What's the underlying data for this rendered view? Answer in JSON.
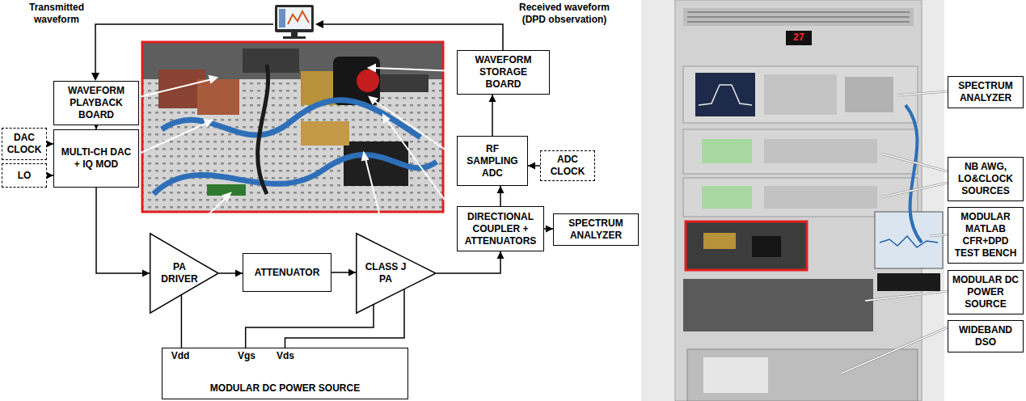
{
  "diagram": {
    "nodes": [
      {
        "text": [
          "WAVEFORM PLAYBACK BOARD"
        ]
      },
      {
        "text": [
          "DAC CLOCK"
        ]
      },
      {
        "text": [
          "LO"
        ]
      },
      {
        "text": [
          "MULTI-CH DAC + IQ MOD"
        ]
      },
      {
        "text": [
          "WAVEFORM STORAGE BOARD"
        ]
      },
      {
        "text": [
          "RF SAMPLING ADC"
        ]
      },
      {
        "text": [
          "ADC CLOCK"
        ]
      },
      {
        "text": [
          "DIRECTIONAL COUPLER + ATTENUATORS"
        ]
      },
      {
        "text": [
          "SPECTRUM ANALYZER"
        ]
      },
      {
        "text": [
          "PA DRIVER"
        ]
      },
      {
        "text": [
          "ATTENUATOR"
        ]
      },
      {
        "text": [
          "CLASS J PA"
        ]
      },
      {
        "text": [
          "MODULAR DC POWER SOURCE"
        ]
      },
      {
        "text": [
          "SPECTRUM ANALYZER"
        ]
      },
      {
        "text": [
          "NB AWG, LO&CLOCK SOURCES"
        ]
      },
      {
        "text": [
          "MODULAR MATLAB CFR+DPD TEST BENCH"
        ]
      },
      {
        "text": [
          "MODULAR DC POWER SOURCE"
        ]
      },
      {
        "text": [
          "WIDEBAND DSO"
        ]
      }
    ],
    "edges": [
      {
        "from": 1,
        "to": 3,
        "arrow": "to"
      },
      {
        "from": 2,
        "to": 3,
        "arrow": "to"
      },
      {
        "from": 0,
        "to": 3,
        "arrow": "to"
      },
      {
        "from": 3,
        "to": 9,
        "arrow": "to"
      },
      {
        "from": 9,
        "to": 10,
        "arrow": "to"
      },
      {
        "from": 10,
        "to": 11,
        "arrow": "to"
      },
      {
        "from": 11,
        "to": 7,
        "arrow": "to"
      },
      {
        "from": 7,
        "to": 8,
        "arrow": "to"
      },
      {
        "from": 7,
        "to": 5,
        "arrow": "to"
      },
      {
        "from": 6,
        "to": 5,
        "arrow": "to"
      },
      {
        "from": 5,
        "to": 4,
        "arrow": "to"
      },
      {
        "from": 12,
        "to": 9,
        "arrow": "none"
      },
      {
        "from": 12,
        "to": 11,
        "arrow": "none"
      },
      {
        "from": 12,
        "to": 11,
        "arrow": "none"
      }
    ],
    "labels": [
      "Transmitted waveform",
      "Received waveform (DPD observation)",
      "Vdd",
      "Vgs",
      "Vds",
      "27"
    ]
  }
}
